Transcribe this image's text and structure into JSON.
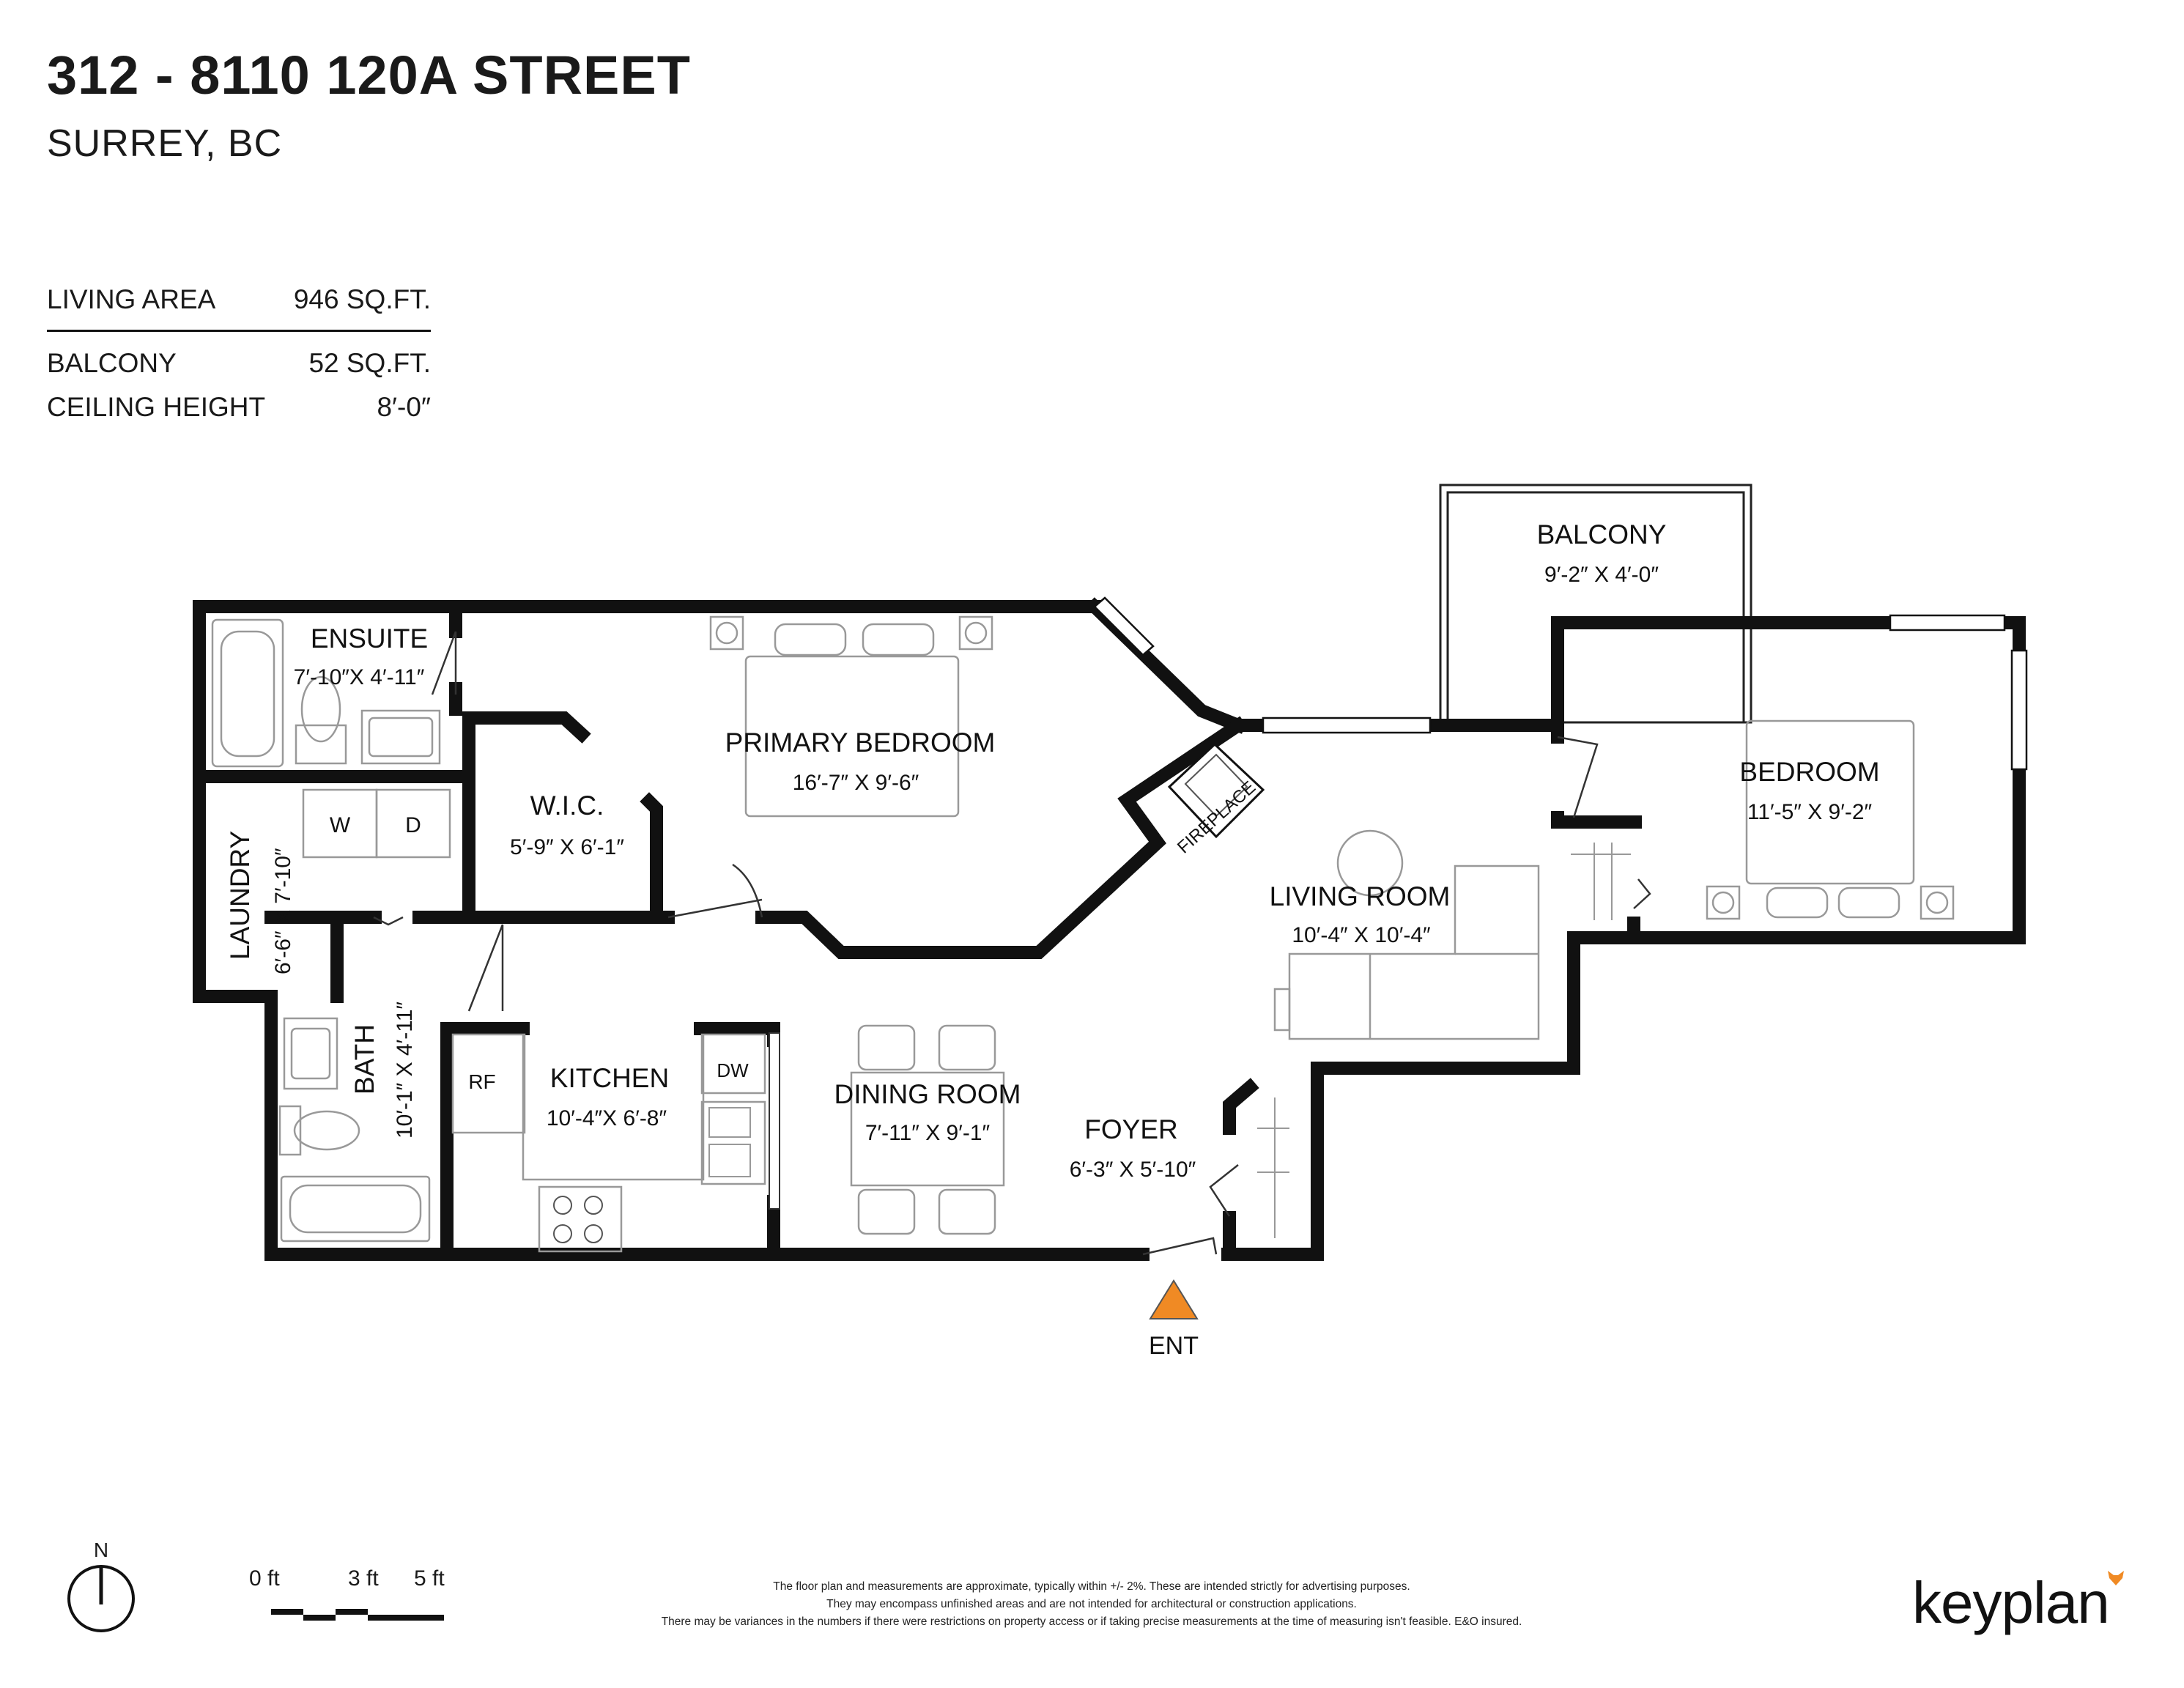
{
  "header": {
    "address": "312 - 8110 120A STREET",
    "city": "SURREY, BC"
  },
  "stats": {
    "living_area_label": "LIVING AREA",
    "living_area_value": "946 SQ.FT.",
    "balcony_label": "BALCONY",
    "balcony_value": "52 SQ.FT.",
    "ceiling_label": "CEILING HEIGHT",
    "ceiling_value": "8′-0″"
  },
  "rooms": {
    "ensuite": {
      "name": "ENSUITE",
      "dims": "7′-10″X 4′-11″"
    },
    "primary_bedroom": {
      "name": "PRIMARY BEDROOM",
      "dims": "16′-7″  X   9′-6″"
    },
    "wic": {
      "name": "W.I.C.",
      "dims": "5′-9″  X  6′-1″"
    },
    "laundry": {
      "name": "LAUNDRY",
      "dims": "6′-6″  X  7′-10″"
    },
    "bath": {
      "name": "BATH",
      "dims": "10′-1″  X  4′-11″"
    },
    "kitchen": {
      "name": "KITCHEN",
      "dims": "10′-4″X  6′-8″"
    },
    "dining_room": {
      "name": "DINING ROOM",
      "dims": "7′-11″   X    9′-1″"
    },
    "foyer": {
      "name": "FOYER",
      "dims": "6′-3″  X 5′-10″"
    },
    "living_room": {
      "name": "LIVING ROOM",
      "dims": "10′-4″  X  10′-4″"
    },
    "balcony": {
      "name": "BALCONY",
      "dims": "9′-2″   X   4′-0″"
    },
    "bedroom": {
      "name": "BEDROOM",
      "dims": "11′-5″   X   9′-2″"
    }
  },
  "fixtures": {
    "washer": "W",
    "dryer": "D",
    "fridge": "RF",
    "dishwasher": "DW",
    "fireplace": "FIREPLACE",
    "entrance": "ENT"
  },
  "compass": {
    "label": "N"
  },
  "scale": {
    "t0": "0 ft",
    "t3": "3 ft",
    "t5": "5 ft"
  },
  "disclaimer": {
    "line1": "The floor plan and measurements are approximate, typically within +/- 2%. These are intended strictly for advertising purposes.",
    "line2": "They may encompass unfinished areas and are not intended for architectural or construction applications.",
    "line3": "There may be variances in the numbers if there were restrictions on property access or if taking precise measurements at the time of measuring isn't feasible. E&O insured."
  },
  "brand": {
    "name": "keyplan",
    "accent": "#f08a24"
  },
  "colors": {
    "wall": "#111111",
    "entrance_marker": "#f08a24",
    "fixture_stroke": "#9a9a9a"
  }
}
